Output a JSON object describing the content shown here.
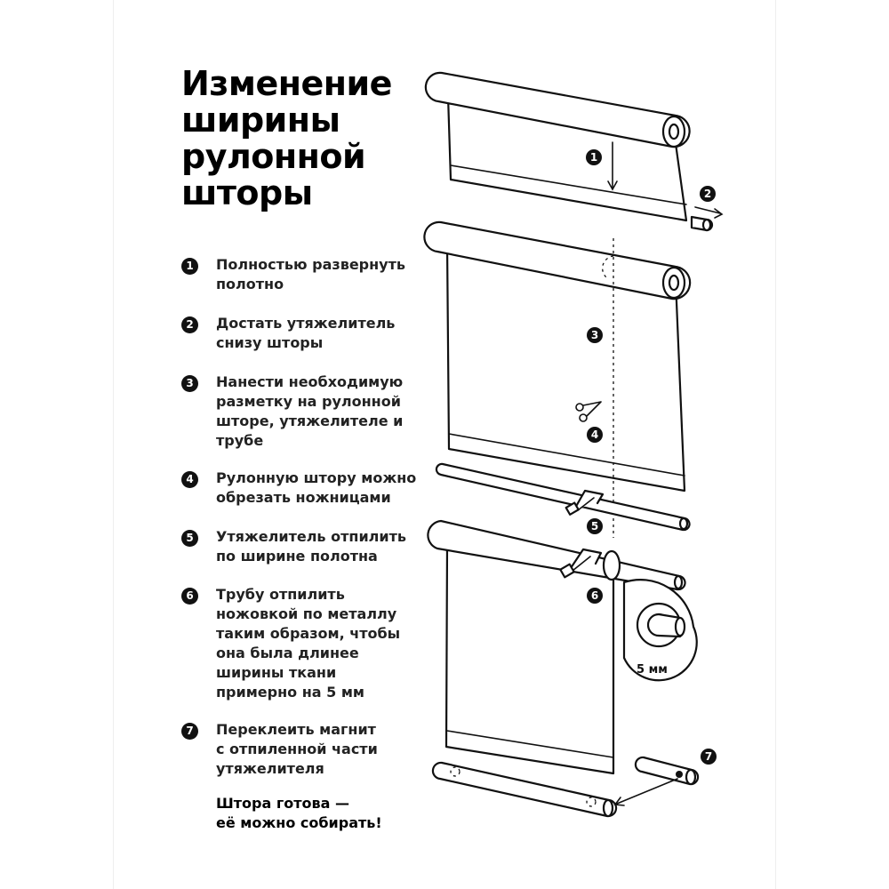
{
  "title_lines": [
    "Изменение",
    "ширины",
    "рулонной",
    "шторы"
  ],
  "steps": [
    {
      "number": "1",
      "lines": [
        "Полностью развернуть",
        "полотно"
      ]
    },
    {
      "number": "2",
      "lines": [
        "Достать утяжелитель",
        "снизу шторы"
      ]
    },
    {
      "number": "3",
      "lines": [
        "Нанести необходимую",
        "разметку на рулонной",
        "шторе, утяжелителе и",
        "трубе"
      ]
    },
    {
      "number": "4",
      "lines": [
        "Рулонную штору можно",
        "обрезать ножницами"
      ]
    },
    {
      "number": "5",
      "lines": [
        "Утяжелитель отпилить",
        "по ширине полотна"
      ]
    },
    {
      "number": "6",
      "lines": [
        "Трубу отпилить",
        "ножовкой по металлу",
        "таким образом, чтобы",
        "она была длинее",
        "ширины ткани",
        "примерно на 5 мм"
      ]
    },
    {
      "number": "7",
      "lines": [
        "Переклеить магнит",
        "с отпиленной части",
        "утяжелителя"
      ]
    }
  ],
  "final_lines": [
    "Штора готова —",
    "её можно собирать!"
  ],
  "diagram": {
    "badges": [
      "1",
      "2",
      "3",
      "4",
      "5",
      "6",
      "7"
    ],
    "measure_label": "5 мм",
    "icons": [
      "arrow-icon",
      "scissors-icon",
      "hacksaw-icon",
      "magnet-icon"
    ]
  }
}
